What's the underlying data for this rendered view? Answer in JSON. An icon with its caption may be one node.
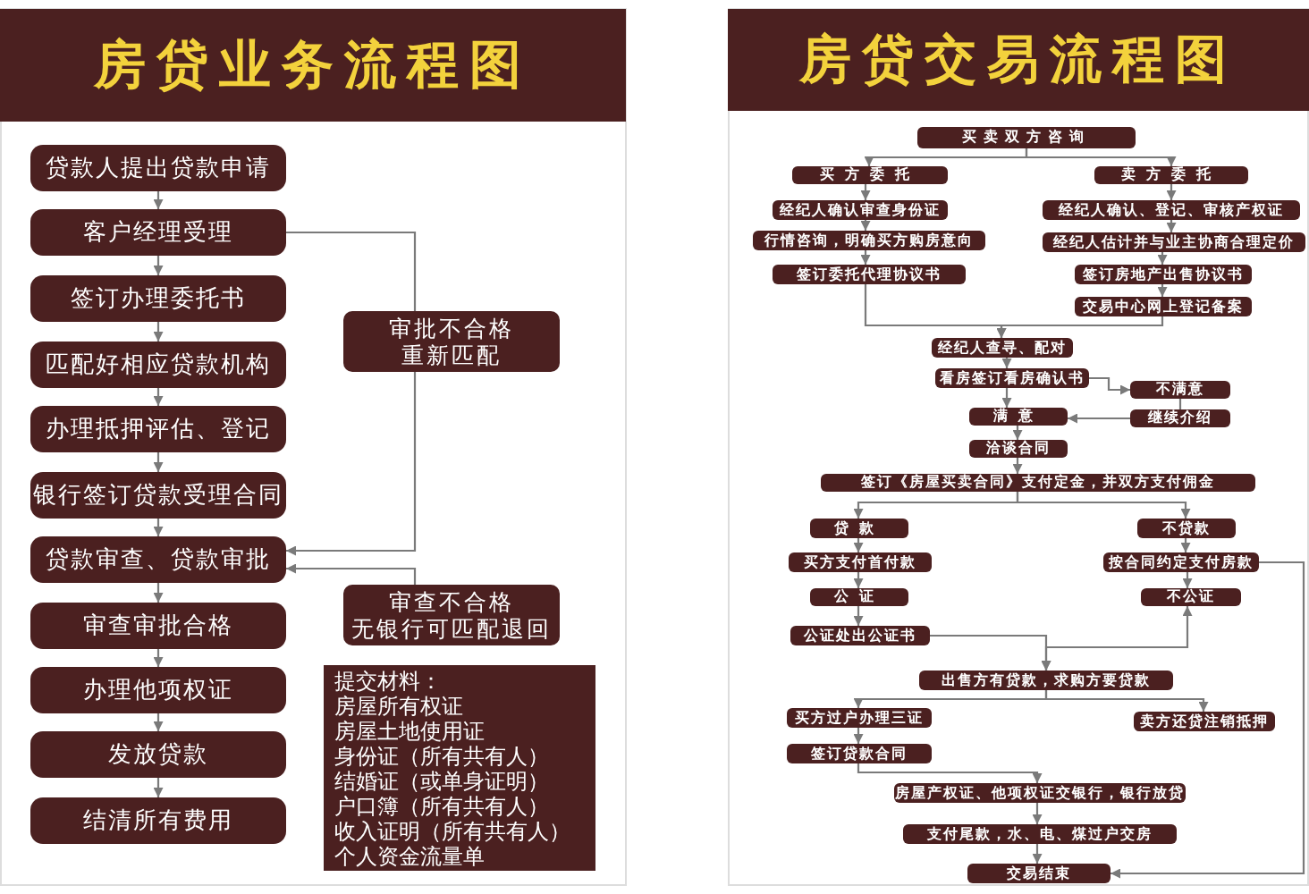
{
  "diagram": {
    "nodes": [
      {
        "text": [
          "房贷业务流程图"
        ]
      },
      {
        "text": [
          "贷款人提出贷款申请"
        ]
      },
      {
        "text": [
          "客户经理受理"
        ]
      },
      {
        "text": [
          "签订办理委托书"
        ]
      },
      {
        "text": [
          "匹配好相应贷款机构"
        ]
      },
      {
        "text": [
          "办理抵押评估、登记"
        ]
      },
      {
        "text": [
          "银行签订贷款受理合同"
        ]
      },
      {
        "text": [
          "贷款审查、贷款审批"
        ]
      },
      {
        "text": [
          "审查审批合格"
        ]
      },
      {
        "text": [
          "办理他项权证"
        ]
      },
      {
        "text": [
          "发放贷款"
        ]
      },
      {
        "text": [
          "结清所有费用"
        ]
      },
      {
        "text": [
          "审批不合格",
          "重新匹配"
        ]
      },
      {
        "text": [
          "审查不合格",
          "无银行可匹配退回"
        ]
      },
      {
        "text": [
          "提交材料：",
          "房屋所有权证",
          "房屋土地使用证",
          "身份证（所有共有人）",
          "结婚证（或单身证明）",
          "户口簿（所有共有人）",
          "收入证明（所有共有人）",
          "个人资金流量单"
        ]
      },
      {
        "text": [
          "房贷交易流程图"
        ]
      },
      {
        "text": [
          "买卖双方咨询"
        ]
      },
      {
        "text": [
          "买方委托"
        ]
      },
      {
        "text": [
          "卖方委托"
        ]
      },
      {
        "text": [
          "经纪人确认审查身份证"
        ]
      },
      {
        "text": [
          "行情咨询，明确买方购房意向"
        ]
      },
      {
        "text": [
          "签订委托代理协议书"
        ]
      },
      {
        "text": [
          "经纪人确认、登记、审核产权证"
        ]
      },
      {
        "text": [
          "经纪人估计并与业主协商合理定价"
        ]
      },
      {
        "text": [
          "签订房地产出售协议书"
        ]
      },
      {
        "text": [
          "交易中心网上登记备案"
        ]
      },
      {
        "text": [
          "经纪人查寻、配对"
        ]
      },
      {
        "text": [
          "看房签订看房确认书"
        ]
      },
      {
        "text": [
          "不满意"
        ]
      },
      {
        "text": [
          "继续介绍"
        ]
      },
      {
        "text": [
          "满意"
        ]
      },
      {
        "text": [
          "洽谈合同"
        ]
      },
      {
        "text": [
          "签订《房屋买卖合同》支付定金，并双方支付佣金"
        ]
      },
      {
        "text": [
          "贷款"
        ]
      },
      {
        "text": [
          "不贷款"
        ]
      },
      {
        "text": [
          "买方支付首付款"
        ]
      },
      {
        "text": [
          "按合同约定支付房款"
        ]
      },
      {
        "text": [
          "公证"
        ]
      },
      {
        "text": [
          "不公证"
        ]
      },
      {
        "text": [
          "公证处出公证书"
        ]
      },
      {
        "text": [
          "出售方有贷款，求购方要贷款"
        ]
      },
      {
        "text": [
          "买方过户办理三证"
        ]
      },
      {
        "text": [
          "卖方还贷注销抵押"
        ]
      },
      {
        "text": [
          "签订贷款合同"
        ]
      },
      {
        "text": [
          "房屋产权证、他项权证交银行，银行放贷"
        ]
      },
      {
        "text": [
          "支付尾款，水、电、煤过户交房"
        ]
      },
      {
        "text": [
          "交易结束"
        ]
      }
    ],
    "edges": [
      {
        "from": 1,
        "to": 2,
        "arrow": "to"
      },
      {
        "from": 2,
        "to": 3,
        "arrow": "to"
      },
      {
        "from": 3,
        "to": 4,
        "arrow": "to"
      },
      {
        "from": 4,
        "to": 5,
        "arrow": "to"
      },
      {
        "from": 5,
        "to": 6,
        "arrow": "to"
      },
      {
        "from": 6,
        "to": 7,
        "arrow": "to"
      },
      {
        "from": 7,
        "to": 8,
        "arrow": "to"
      },
      {
        "from": 8,
        "to": 9,
        "arrow": "to"
      },
      {
        "from": 9,
        "to": 10,
        "arrow": "to"
      },
      {
        "from": 10,
        "to": 11,
        "arrow": "to"
      },
      {
        "from": 2,
        "to": 12,
        "arrow": "none"
      },
      {
        "from": 12,
        "to": 7,
        "arrow": "to"
      },
      {
        "from": 13,
        "to": 7,
        "arrow": "to"
      },
      {
        "from": 16,
        "to": 17,
        "arrow": "to"
      },
      {
        "from": 16,
        "to": 18,
        "arrow": "to"
      },
      {
        "from": 17,
        "to": 19,
        "arrow": "to"
      },
      {
        "from": 19,
        "to": 20,
        "arrow": "to"
      },
      {
        "from": 20,
        "to": 21,
        "arrow": "to"
      },
      {
        "from": 18,
        "to": 22,
        "arrow": "to"
      },
      {
        "from": 22,
        "to": 23,
        "arrow": "to"
      },
      {
        "from": 23,
        "to": 24,
        "arrow": "to"
      },
      {
        "from": 24,
        "to": 25,
        "arrow": "to"
      },
      {
        "from": 21,
        "to": 26,
        "arrow": "to"
      },
      {
        "from": 25,
        "to": 26,
        "arrow": "to"
      },
      {
        "from": 26,
        "to": 27,
        "arrow": "to"
      },
      {
        "from": 27,
        "to": 28,
        "arrow": "to"
      },
      {
        "from": 27,
        "to": 30,
        "arrow": "to"
      },
      {
        "from": 28,
        "to": 29,
        "arrow": "none"
      },
      {
        "from": 29,
        "to": 30,
        "arrow": "to"
      },
      {
        "from": 30,
        "to": 31,
        "arrow": "to"
      },
      {
        "from": 31,
        "to": 32,
        "arrow": "to"
      },
      {
        "from": 32,
        "to": 33,
        "arrow": "to"
      },
      {
        "from": 32,
        "to": 34,
        "arrow": "to"
      },
      {
        "from": 33,
        "to": 35,
        "arrow": "to"
      },
      {
        "from": 35,
        "to": 37,
        "arrow": "to"
      },
      {
        "from": 37,
        "to": 39,
        "arrow": "to"
      },
      {
        "from": 34,
        "to": 36,
        "arrow": "to"
      },
      {
        "from": 36,
        "to": 38,
        "arrow": "to"
      },
      {
        "from": 39,
        "to": 40,
        "arrow": "to"
      },
      {
        "from": 38,
        "to": 40,
        "arrow": "both"
      },
      {
        "from": 40,
        "to": 41,
        "arrow": "to"
      },
      {
        "from": 40,
        "to": 42,
        "arrow": "to"
      },
      {
        "from": 41,
        "to": 43,
        "arrow": "to"
      },
      {
        "from": 43,
        "to": 44,
        "arrow": "to"
      },
      {
        "from": 44,
        "to": 45,
        "arrow": "to"
      },
      {
        "from": 45,
        "to": 46,
        "arrow": "to"
      },
      {
        "from": 36,
        "to": 46,
        "arrow": "to"
      }
    ]
  }
}
